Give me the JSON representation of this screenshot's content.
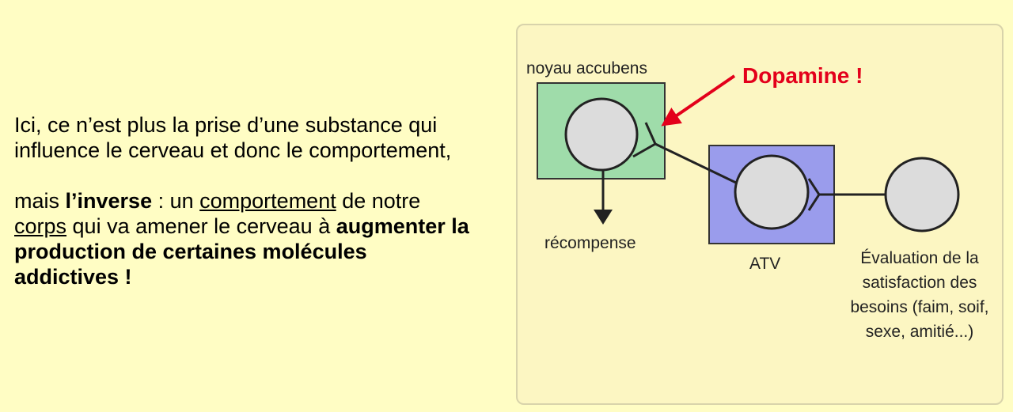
{
  "text": {
    "para1": "Ici, ce n’est plus la prise d’une substance qui influence le cerveau et donc le comportement,",
    "p2_1": "mais ",
    "p2_2": "l’inverse",
    "p2_3": " : un ",
    "p2_4": "comportement",
    "p2_5": " de notre ",
    "p2_6": "corps",
    "p2_7": " qui va amener le cerveau à ",
    "p2_8": "augmenter la production de certaines molécules addictives !"
  },
  "diagram": {
    "noyau_label": "noyau accubens",
    "dopamine_label": "Dopamine !",
    "recompense_label": "récompense",
    "atv_label": "ATV",
    "evaluation_label": "Évaluation de la satisfaction des besoins (faim, soif, sexe, amitié...)",
    "colors": {
      "noyau_box": "#9fdcaa",
      "atv_box": "#9a9cec",
      "neuron": "#dcdcdc",
      "arrow_red": "#e3001b"
    }
  }
}
